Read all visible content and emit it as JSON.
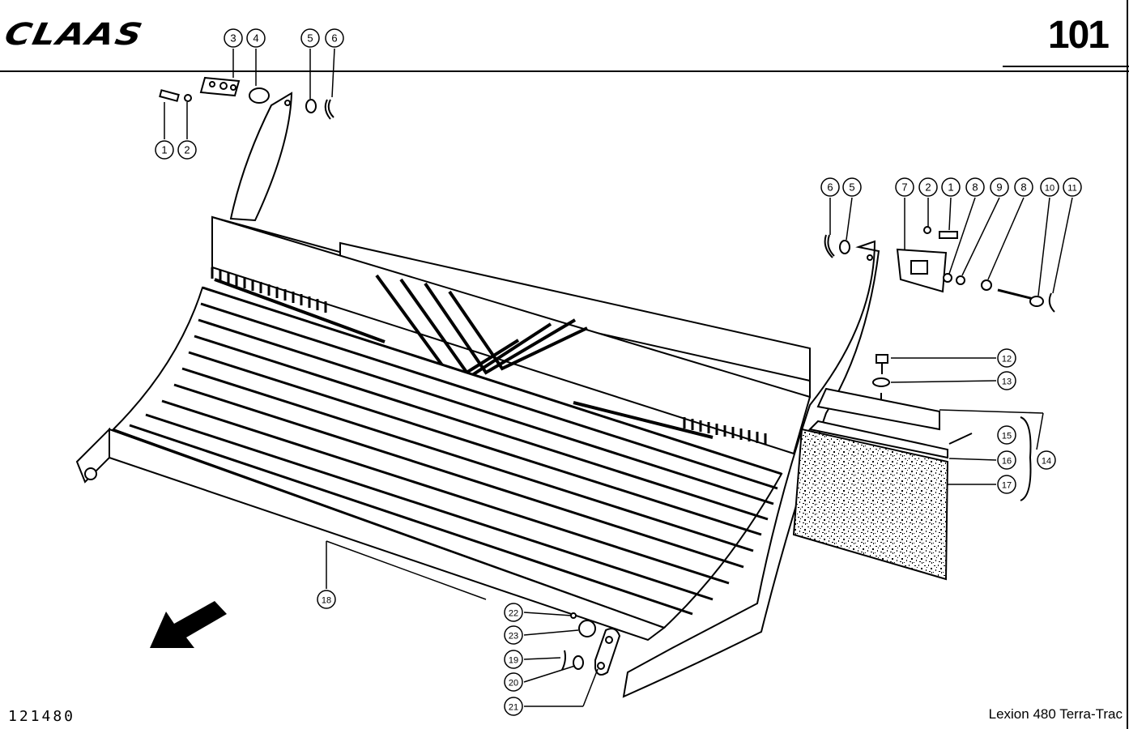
{
  "header": {
    "brand": "CLAAS",
    "page_number": "101"
  },
  "footer": {
    "drawing_number": "121480",
    "model": "Lexion 480 Terra-Trac"
  },
  "callouts": [
    {
      "id": "c1a",
      "label": "1"
    },
    {
      "id": "c2a",
      "label": "2"
    },
    {
      "id": "c3",
      "label": "3"
    },
    {
      "id": "c4",
      "label": "4"
    },
    {
      "id": "c5a",
      "label": "5"
    },
    {
      "id": "c6a",
      "label": "6"
    },
    {
      "id": "c6b",
      "label": "6"
    },
    {
      "id": "c5b",
      "label": "5"
    },
    {
      "id": "c7",
      "label": "7"
    },
    {
      "id": "c2b",
      "label": "2"
    },
    {
      "id": "c1b",
      "label": "1"
    },
    {
      "id": "c8a",
      "label": "8"
    },
    {
      "id": "c9",
      "label": "9"
    },
    {
      "id": "c8b",
      "label": "8"
    },
    {
      "id": "c10",
      "label": "10"
    },
    {
      "id": "c11",
      "label": "11"
    },
    {
      "id": "c12",
      "label": "12"
    },
    {
      "id": "c13",
      "label": "13"
    },
    {
      "id": "c14",
      "label": "14"
    },
    {
      "id": "c15",
      "label": "15"
    },
    {
      "id": "c16",
      "label": "16"
    },
    {
      "id": "c17",
      "label": "17"
    },
    {
      "id": "c18",
      "label": "18"
    },
    {
      "id": "c22",
      "label": "22"
    },
    {
      "id": "c23",
      "label": "23"
    },
    {
      "id": "c19",
      "label": "19"
    },
    {
      "id": "c20",
      "label": "20"
    },
    {
      "id": "c21",
      "label": "21"
    }
  ]
}
